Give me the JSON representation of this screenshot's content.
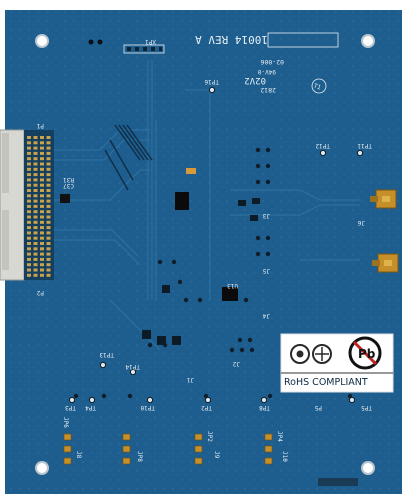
{
  "board": {
    "part_number": "10014 REV A",
    "date_code": "2812",
    "version": "02V2",
    "rev_code": "94V-0",
    "series_code": "02-006",
    "rohs_text": "RoHS COMPLIANT",
    "xp1": "XP1",
    "labels": {
      "tp16": "TP16",
      "tp12": "TP12",
      "tp11": "TP11",
      "tp13": "TP13",
      "tp14": "TP14",
      "tp3": "TP3",
      "tp4": "TP4",
      "tp10": "TP10",
      "tp2": "TP2",
      "tp8": "TP8",
      "tp5": "TP5",
      "p1": "P1",
      "p2": "P2",
      "j1": "J1",
      "j2": "J2",
      "j3": "J3",
      "j4": "J4",
      "j5": "J5",
      "j6": "J6",
      "j8": "J8",
      "j9": "J9",
      "j10": "J10",
      "jp8": "JP8",
      "jp2": "JP2",
      "jp4": "JP4",
      "jp6": "JP6",
      "p5": "P5",
      "u13": "U13",
      "c37": "C37",
      "c3": "C3",
      "r31": "R31"
    }
  }
}
